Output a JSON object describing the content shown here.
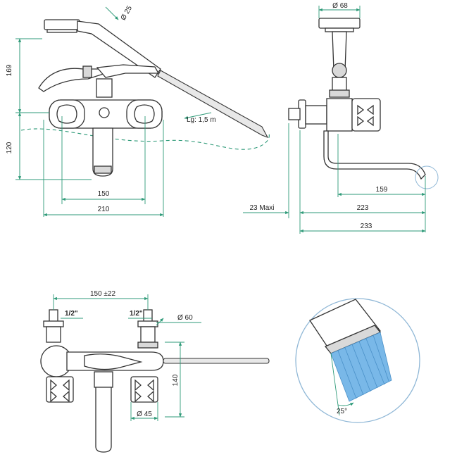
{
  "colors": {
    "dimension": "#2e9a78",
    "outline": "#333333",
    "water": "#79b8e8"
  },
  "front_view": {
    "dim_height_total": "169",
    "dim_height_outlet": "120",
    "dim_width_centers": "150",
    "dim_width_total": "210",
    "dim_hand_shower": "Ø 25",
    "hose_length": "Lg: 1,5 m"
  },
  "side_view": {
    "dim_shower_head": "Ø 68",
    "dim_spout_reach": "159",
    "dim_wall_adjust": "23 Maxi",
    "dim_depth_min": "223",
    "dim_depth_max": "233"
  },
  "bottom_view": {
    "dim_centers": "150 ±22",
    "inlet_left": "1/2\"",
    "inlet_right": "1/2\"",
    "dim_escutcheon": "Ø 60",
    "dim_height": "140",
    "dim_handle": "Ø 45"
  },
  "detail_view": {
    "spray_angle": "25°"
  }
}
